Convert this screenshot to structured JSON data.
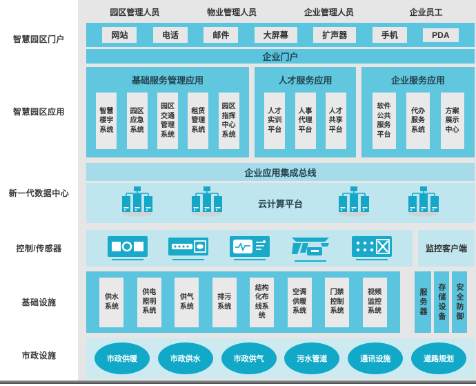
{
  "palette": {
    "medium_blue": "#5bc4de",
    "light_blue": "#c2e6ee",
    "bus_blue": "#a6dbe9",
    "teal_icon": "#14a7c7",
    "card_gray": "#e9e9e9",
    "content_bg": "#e6e6e6"
  },
  "left_labels": [
    "智慧园区门户",
    "智慧园区应用",
    "新一代数据中心",
    "控制/传感器",
    "基础设施",
    "市政设施"
  ],
  "header": {
    "roles": [
      "园区管理人员",
      "物业管理人员",
      "企业管理人员",
      "企业员工"
    ]
  },
  "portal": {
    "devices": [
      "网站",
      "电话",
      "邮件",
      "大屏幕",
      "扩声器",
      "手机",
      "PDA"
    ],
    "enterprise_portal": "企业门户"
  },
  "applications": {
    "groups": [
      {
        "title": "基础服务管理应用",
        "items": [
          "智慧\n楼宇\n系统",
          "园区\n应急\n系统",
          "园区\n交通\n管理\n系统",
          "租赁\n管理\n系统",
          "园区\n指挥\n中心\n系统"
        ]
      },
      {
        "title": "人才服务应用",
        "items": [
          "人才\n实训\n平台",
          "人事\n代理\n平台",
          "人才\n共享\n平台"
        ]
      },
      {
        "title": "企业服务应用",
        "items": [
          "软件\n公共\n服务\n平台",
          "代办\n服务\n系统",
          "方案\n展示\n中心"
        ]
      }
    ]
  },
  "integration_bus": {
    "label": "企业应用集成总线"
  },
  "cloud": {
    "label": "云计算平台",
    "cluster_count": 4,
    "icon": "server-cluster-icon"
  },
  "sensors": {
    "icons": [
      "display-camera-icon",
      "sensor-strip-icon",
      "waveform-monitor-icon",
      "card-reader-icon",
      "control-panel-icon"
    ],
    "client_label": "监控客户端"
  },
  "infrastructure": {
    "items": [
      "供水\n系统",
      "供电\n照明\n系统",
      "供气\n系统",
      "排污\n系统",
      "结构\n化布\n线系\n统",
      "空调\n供暖\n系统",
      "门禁\n控制\n系统",
      "视频\n监控\n系统"
    ],
    "side_items": [
      "服务器",
      "存储设备",
      "安全防御"
    ]
  },
  "municipal": {
    "items": [
      "市政供暖",
      "市政供水",
      "市政供气",
      "污水管道",
      "通讯设施",
      "道路规划"
    ]
  }
}
